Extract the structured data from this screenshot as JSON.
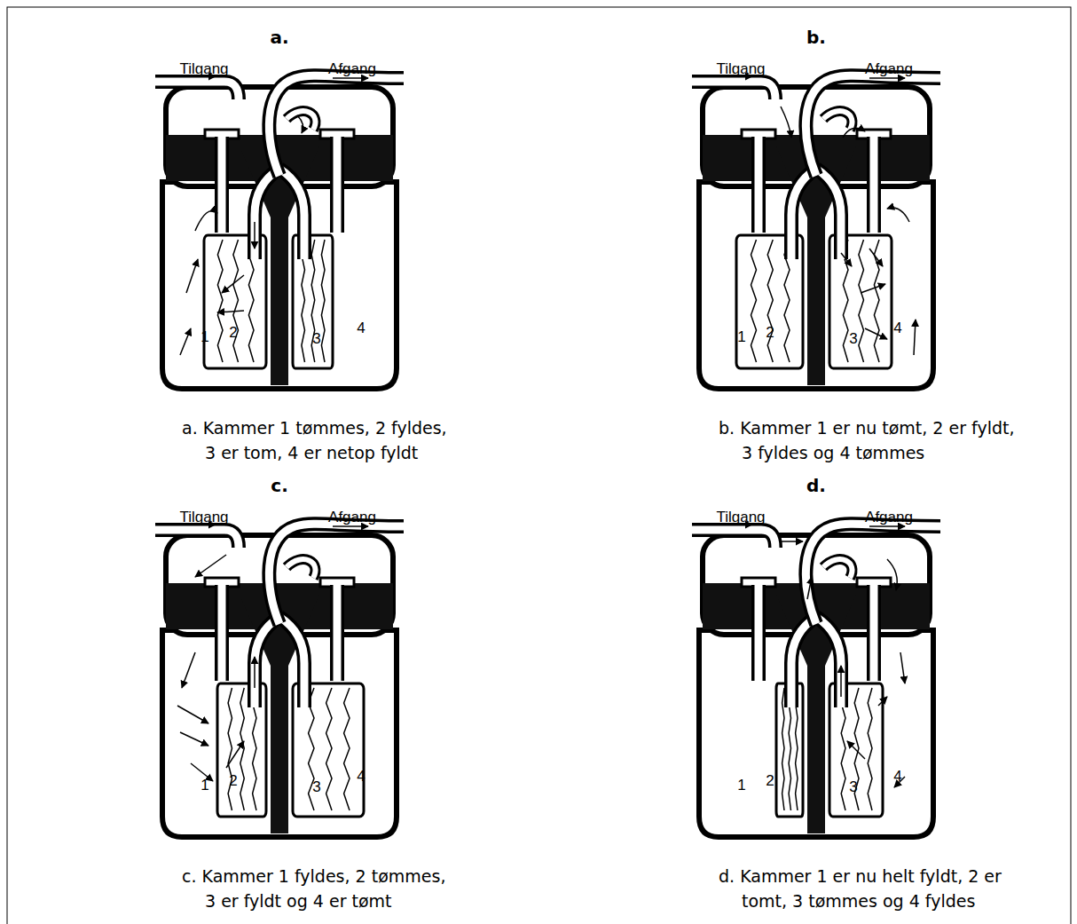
{
  "diagram": {
    "labels": [
      "a.",
      "Tilgang",
      "Afgang",
      "1",
      "2",
      "3",
      "4",
      "a. Kammer 1 tømmes, 2 fyldes, 3 er tom, 4 er netop fyldt",
      "b.",
      "Tilgang",
      "Afgang",
      "1",
      "2",
      "3",
      "4",
      "b. Kammer 1 er nu tømt, 2 er fyldt, 3 fyldes og 4 tømmes",
      "c.",
      "Tilgang",
      "Afgang",
      "1",
      "2",
      "3",
      "4",
      "c. Kammer 1 fyldes, 2 tømmes, 3 er fyldt og 4 er tømt",
      "d.",
      "Tilgang",
      "Afgang",
      "1",
      "2",
      "3",
      "4",
      "d. Kammer 1 er nu helt fyldt, 2 er tomt, 3 tømmes og 4 fyldes"
    ]
  }
}
